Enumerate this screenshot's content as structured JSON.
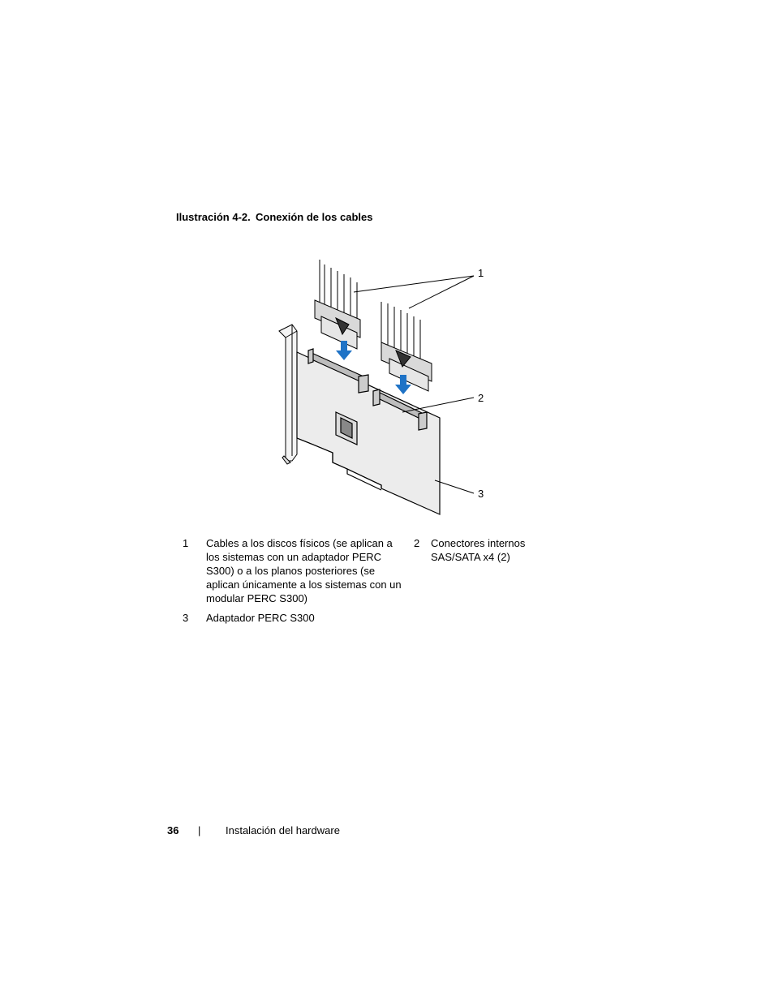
{
  "caption": {
    "number": "Ilustración 4-2.",
    "title": "Conexión de los cables"
  },
  "figure": {
    "callouts": [
      "1",
      "2",
      "3"
    ]
  },
  "legend": [
    {
      "num": "1",
      "text": "Cables a los discos físicos (se aplican a los sistemas con un adaptador PERC S300) o a los planos posteriores (se aplican únicamente a los sistemas con un modular PERC S300)"
    },
    {
      "num": "2",
      "text": "Conectores internos SAS/SATA x4 (2)"
    },
    {
      "num": "3",
      "text": "Adaptador PERC S300"
    }
  ],
  "footer": {
    "page_number": "36",
    "separator": "|",
    "section": "Instalación del hardware"
  },
  "colors": {
    "arrow": "#1f73c6",
    "board": "#ececec",
    "line": "#000000"
  }
}
